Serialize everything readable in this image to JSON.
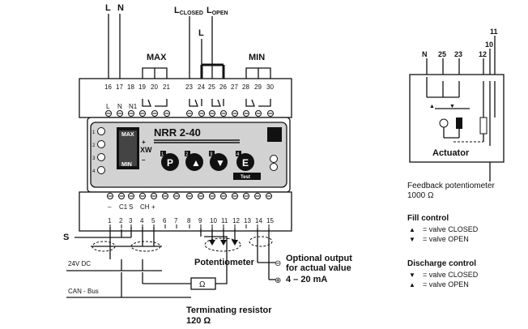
{
  "supply": {
    "L": "L",
    "N": "N",
    "l_closed": "L",
    "l_closed_sub": "CLOSED",
    "l_open": "L",
    "l_open_sub": "OPEN",
    "l_mid": "L"
  },
  "groups": {
    "max": "MAX",
    "min": "MIN"
  },
  "top_terminals": [
    {
      "num": "16",
      "label": "L"
    },
    {
      "num": "17",
      "label": "N"
    },
    {
      "num": "18",
      "label": "N1"
    },
    {
      "num": "19",
      "label": ""
    },
    {
      "num": "20",
      "label": ""
    },
    {
      "num": "21",
      "label": ""
    },
    {
      "num": "23",
      "label": ""
    },
    {
      "num": "24",
      "label": ""
    },
    {
      "num": "25",
      "label": ""
    },
    {
      "num": "26",
      "label": ""
    },
    {
      "num": "27",
      "label": ""
    },
    {
      "num": "28",
      "label": ""
    },
    {
      "num": "29",
      "label": ""
    },
    {
      "num": "30",
      "label": ""
    }
  ],
  "device": {
    "title": "NRR 2-40",
    "leds": [
      "1",
      "2",
      "3",
      "4"
    ],
    "indicator": {
      "max": "MAX",
      "xw": "XW",
      "min": "MIN"
    },
    "buttons": [
      {
        "num": "1",
        "label": "P"
      },
      {
        "num": "2",
        "label": "▲"
      },
      {
        "num": "3",
        "label": "▼"
      },
      {
        "num": "4",
        "label": "E"
      }
    ],
    "test_label": "Test"
  },
  "bottom_terminals": [
    {
      "num": "1",
      "label": "–"
    },
    {
      "num": "2",
      "label": "C1"
    },
    {
      "num": "3",
      "label": "S"
    },
    {
      "num": "4",
      "label": "CH"
    },
    {
      "num": "5",
      "label": "+"
    },
    {
      "num": "6",
      "label": ""
    },
    {
      "num": "7",
      "label": ""
    },
    {
      "num": "8",
      "label": ""
    },
    {
      "num": "9",
      "label": ""
    },
    {
      "num": "10",
      "label": ""
    },
    {
      "num": "11",
      "label": ""
    },
    {
      "num": "12",
      "label": ""
    },
    {
      "num": "13",
      "label": ""
    },
    {
      "num": "14",
      "label": ""
    },
    {
      "num": "15",
      "label": ""
    }
  ],
  "wiring": {
    "s_label": "S",
    "supply_24v": "24V DC",
    "can_bus": "CAN - Bus",
    "omega": "Ω",
    "terminating_resistor": "Terminating resistor",
    "terminating_value": "120 Ω",
    "potentiometer": "Potentiometer",
    "minus_symbol": "⊖",
    "plus_symbol": "⊕",
    "optional_output_1": "Optional output",
    "optional_output_2": "for actual value",
    "optional_output_3": "4 – 20 mA"
  },
  "actuator": {
    "terminals": [
      "N",
      "25",
      "23",
      "12",
      "10",
      "11"
    ],
    "label": "Actuator",
    "feedback_1": "Feedback potentiometer",
    "feedback_2": "1000 Ω"
  },
  "legend": {
    "fill_title": "Fill control",
    "fill_closed": "= valve CLOSED",
    "fill_open": "= valve OPEN",
    "discharge_title": "Discharge control",
    "discharge_closed": "= valve CLOSED",
    "discharge_open": "= valve OPEN"
  }
}
